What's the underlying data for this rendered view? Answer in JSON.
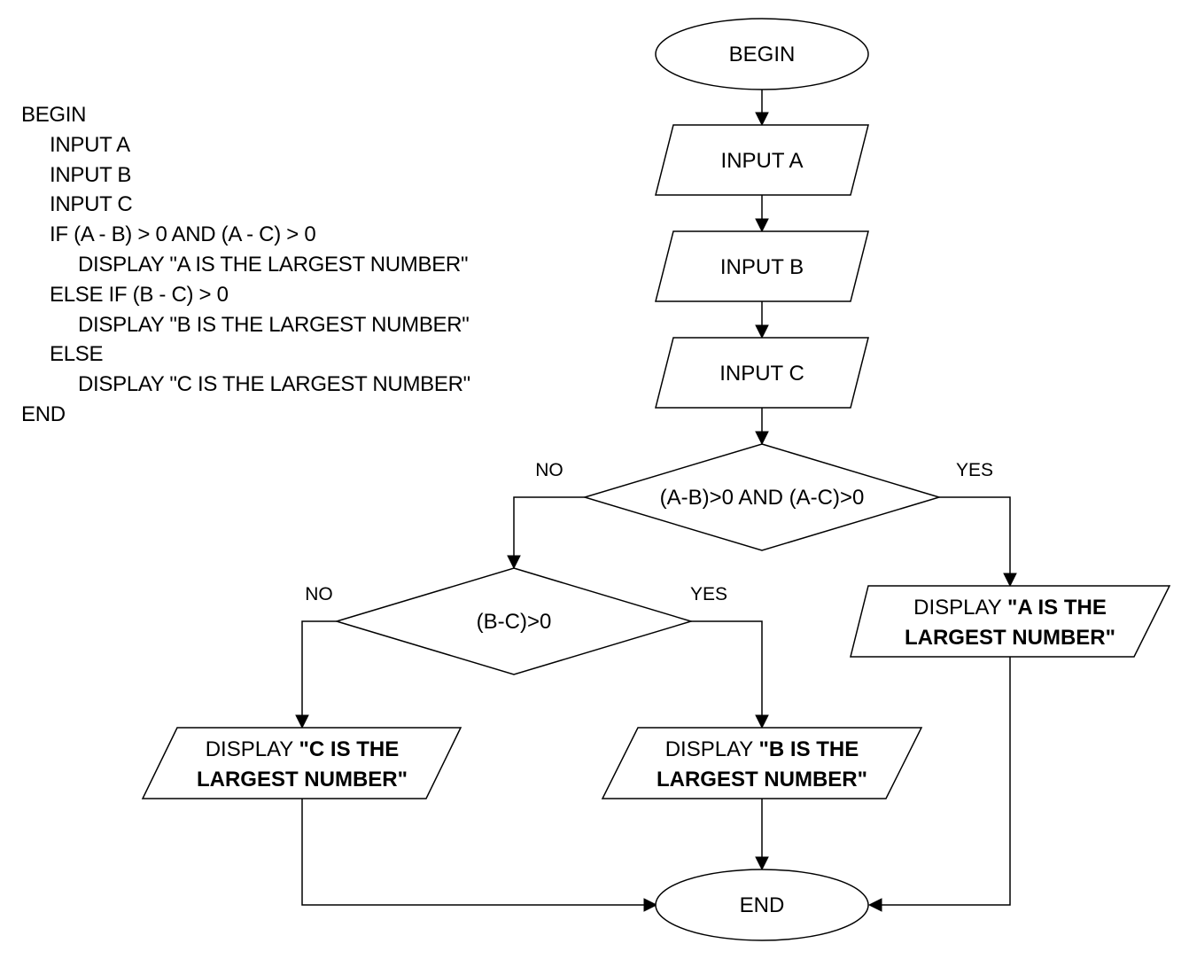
{
  "pseudocode": [
    "BEGIN",
    "INPUT A",
    "INPUT B",
    "INPUT C",
    "IF (A - B) > 0 AND (A - C) > 0",
    "DISPLAY \"A IS THE LARGEST NUMBER\"",
    "ELSE IF (B - C) > 0",
    "DISPLAY \"B IS THE LARGEST NUMBER\"",
    "ELSE",
    "DISPLAY \"C IS THE LARGEST NUMBER\"",
    "END"
  ],
  "flowchart": {
    "begin": "BEGIN",
    "input_a": "INPUT A",
    "input_b": "INPUT B",
    "input_c": "INPUT C",
    "decision_1": "(A-B)>0 AND (A-C)>0",
    "decision_2": "(B-C)>0",
    "display_a": {
      "prefix": "DISPLAY ",
      "line1": "\"A IS THE",
      "line2": "LARGEST NUMBER\""
    },
    "display_b": {
      "prefix": "DISPLAY ",
      "line1": "\"B IS THE",
      "line2": "LARGEST NUMBER\""
    },
    "display_c": {
      "prefix": "DISPLAY ",
      "line1": "\"C IS THE",
      "line2": "LARGEST NUMBER\""
    },
    "end": "END",
    "labels": {
      "d1_no": "NO",
      "d1_yes": "YES",
      "d2_no": "NO",
      "d2_yes": "YES"
    }
  }
}
